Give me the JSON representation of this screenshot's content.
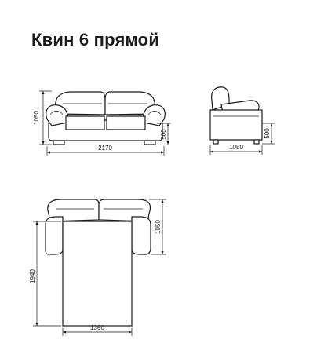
{
  "title": "Квин 6 прямой",
  "front_view": {
    "height_label": "1050",
    "seat_height_label": "500",
    "width_label": "2170"
  },
  "side_view": {
    "seat_height_label": "500",
    "depth_label": "1050"
  },
  "plan_view": {
    "depth_label": "1050",
    "bed_length_label": "1940",
    "bed_width_label": "1360"
  }
}
